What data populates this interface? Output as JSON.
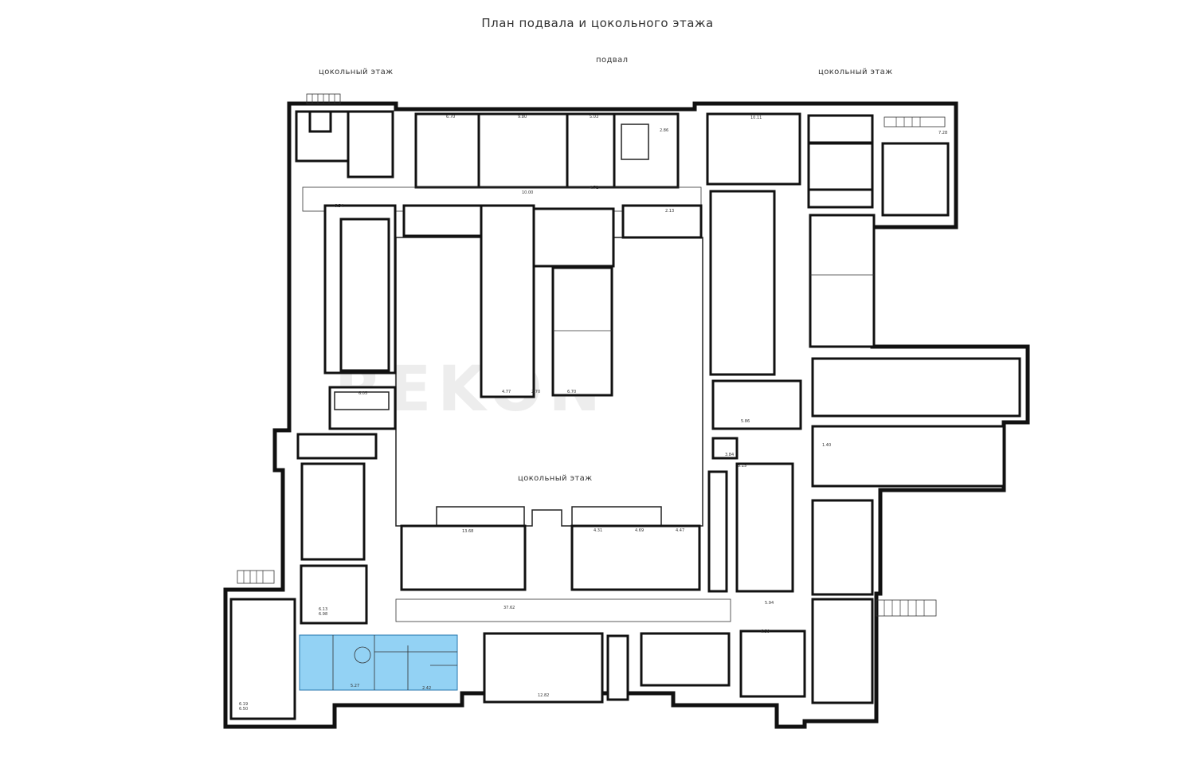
{
  "title": "План подвала и цокольного этажа",
  "labels": {
    "ground_floor_left": "цокольный этаж",
    "basement": "подвал",
    "ground_floor_right": "цокольный этаж",
    "ground_floor_center": "цокольный этаж"
  },
  "watermark": "REKON",
  "colors": {
    "highlight": "#8ed0f4",
    "wall": "#111111"
  },
  "dimensions": [
    "9.80",
    "6.70",
    "5.03",
    "2.86",
    "10.11",
    "7.28",
    "10.00",
    "4.71",
    "6.54",
    "6.05",
    "5.27",
    "2.42",
    "37.62",
    "13.68",
    "4.31",
    "4.69",
    "4.47",
    "12.82",
    "5.94",
    "6.59",
    "6.19",
    "6.50",
    "6.98",
    "6.13",
    "3.84",
    "5.86",
    "2.13",
    "5.15",
    "1.40",
    "4.77",
    "2.70",
    "6.70"
  ]
}
